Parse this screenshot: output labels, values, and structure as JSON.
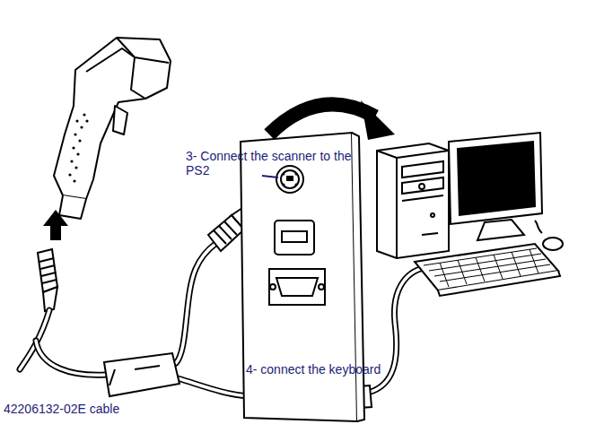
{
  "diagram": {
    "labels": [
      "3- Connect the scanner to the PS2",
      "4- connect the keyboard",
      "42206132-02E cable"
    ]
  }
}
